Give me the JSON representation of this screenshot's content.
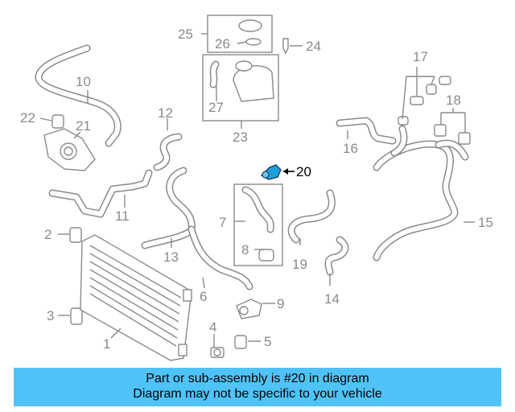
{
  "callouts": {
    "c1": "1",
    "c2": "2",
    "c3": "3",
    "c4": "4",
    "c5": "5",
    "c6": "6",
    "c7": "7",
    "c8": "8",
    "c9": "9",
    "c10": "10",
    "c11": "11",
    "c12": "12",
    "c13": "13",
    "c14": "14",
    "c15": "15",
    "c16": "16",
    "c17": "17",
    "c18": "18",
    "c19": "19",
    "c20": "20",
    "c21": "21",
    "c22": "22",
    "c23": "23",
    "c24": "24",
    "c25": "25",
    "c26": "26",
    "c27": "27"
  },
  "highlight": {
    "part": "20",
    "color": "#1e9fd8"
  },
  "banner": {
    "line1": "Part or sub-assembly is #20 in diagram",
    "line2": "Diagram may not be specific to your vehicle",
    "color": "#4fc3f7"
  }
}
